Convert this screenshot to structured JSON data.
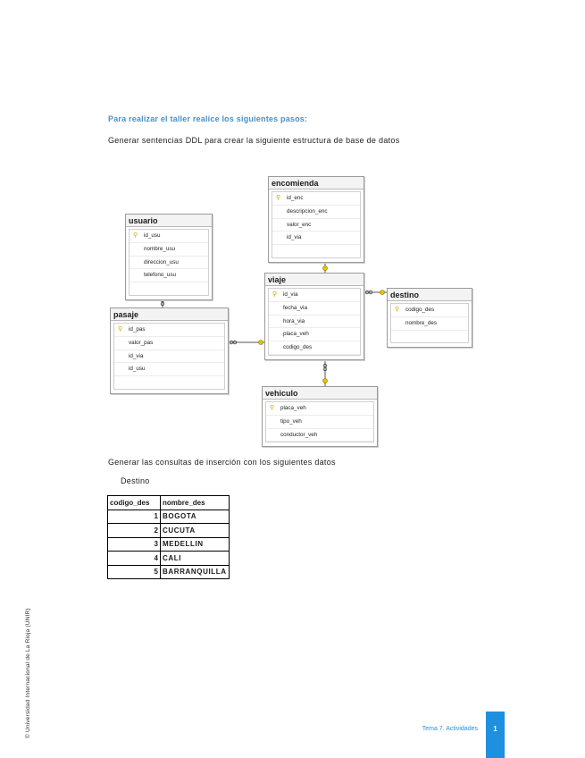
{
  "heading": "Para realizar el taller realice los siguientes pasos:",
  "instruction1": "Generar sentencias DDL para crear la siguiente estructura de base de datos",
  "instruction2": "Generar las consultas de inserción con los siguientes datos",
  "table_caption": "Destino",
  "diagram": {
    "encomienda": {
      "title": "encomienda",
      "rows": [
        "id_enc",
        "descripcion_enc",
        "valor_enc",
        "id_via"
      ]
    },
    "usuario": {
      "title": "usuario",
      "rows": [
        "id_usu",
        "nombre_usu",
        "direccion_usu",
        "telefono_usu"
      ]
    },
    "viaje": {
      "title": "viaje",
      "rows": [
        "id_via",
        "fecha_via",
        "hora_via",
        "placa_veh",
        "codigo_des"
      ]
    },
    "destino": {
      "title": "destino",
      "rows": [
        "codigo_des",
        "nombre_des"
      ]
    },
    "pasaje": {
      "title": "pasaje",
      "rows": [
        "id_pas",
        "valor_pas",
        "id_via",
        "id_usu"
      ]
    },
    "vehiculo": {
      "title": "vehiculo",
      "rows": [
        "placa_veh",
        "tipo_veh",
        "conductor_veh"
      ]
    },
    "key_icon": "key-icon"
  },
  "destino_table": {
    "headers": [
      "codigo_des",
      "nombre_des"
    ],
    "rows": [
      [
        "1",
        "BOGOTA"
      ],
      [
        "2",
        "CUCUTA"
      ],
      [
        "3",
        "MEDELLIN"
      ],
      [
        "4",
        "CALI"
      ],
      [
        "5",
        "BARRANQUILLA"
      ]
    ]
  },
  "sidebar_text": "© Universidad Internacional de La Rioja (UNIR)",
  "footer": {
    "section": "Tema 7. Actividades",
    "page": "1"
  },
  "colors": {
    "heading": "#4a90c8",
    "accent": "#1f8fe0",
    "key": "#c9a400"
  }
}
